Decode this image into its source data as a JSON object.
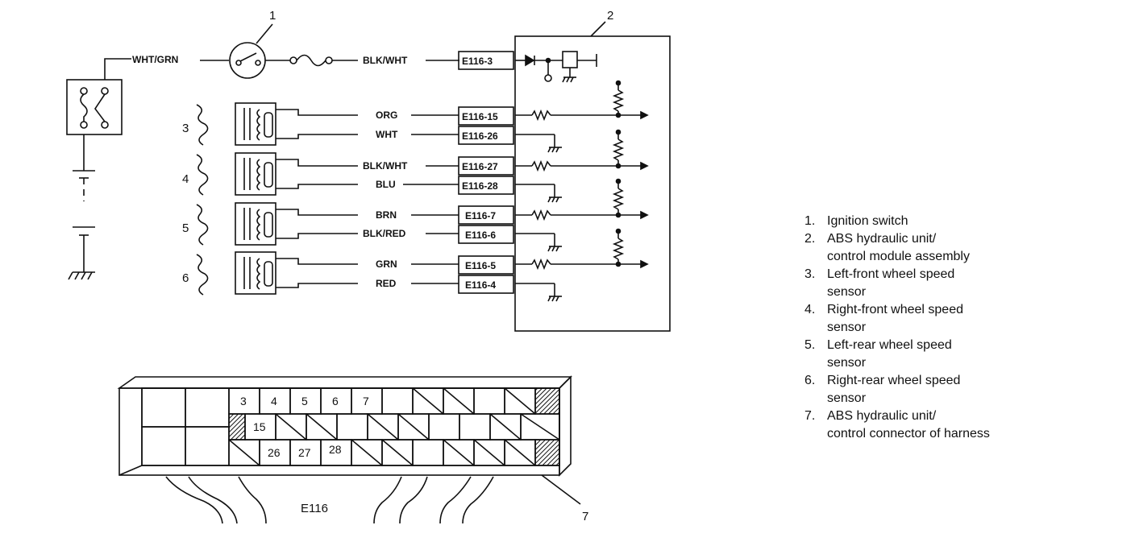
{
  "diagram": {
    "wire_top_left": "WHT/GRN",
    "wire_top_right": "BLK/WHT",
    "callout_ignition": "1",
    "callout_module": "2",
    "callout_connector": "7",
    "connector_name": "E116",
    "sensors": [
      {
        "callout": "3",
        "wire_a": "ORG",
        "wire_b": "WHT",
        "pin_a": "E116-15",
        "pin_b": "E116-26"
      },
      {
        "callout": "4",
        "wire_a": "BLK/WHT",
        "wire_b": "BLU",
        "pin_a": "E116-27",
        "pin_b": "E116-28"
      },
      {
        "callout": "5",
        "wire_a": "BRN",
        "wire_b": "BLK/RED",
        "pin_a": "E116-7",
        "pin_b": "E116-6"
      },
      {
        "callout": "6",
        "wire_a": "GRN",
        "wire_b": "RED",
        "pin_a": "E116-5",
        "pin_b": "E116-4"
      }
    ],
    "pin_power": "E116-3",
    "connector_row1": [
      "3",
      "4",
      "5",
      "6",
      "7"
    ],
    "connector_row2": [
      "15"
    ],
    "connector_row3": [
      "26",
      "27",
      "28"
    ]
  },
  "legend": [
    {
      "num": "1.",
      "text": "Ignition switch"
    },
    {
      "num": "2.",
      "text": "ABS hydraulic unit/\ncontrol module assembly"
    },
    {
      "num": "3.",
      "text": "Left-front wheel speed\nsensor"
    },
    {
      "num": "4.",
      "text": "Right-front wheel speed\nsensor"
    },
    {
      "num": "5.",
      "text": "Left-rear wheel speed\nsensor"
    },
    {
      "num": "6.",
      "text": "Right-rear wheel speed\nsensor"
    },
    {
      "num": "7.",
      "text": "ABS hydraulic unit/\ncontrol connector of harness"
    }
  ]
}
